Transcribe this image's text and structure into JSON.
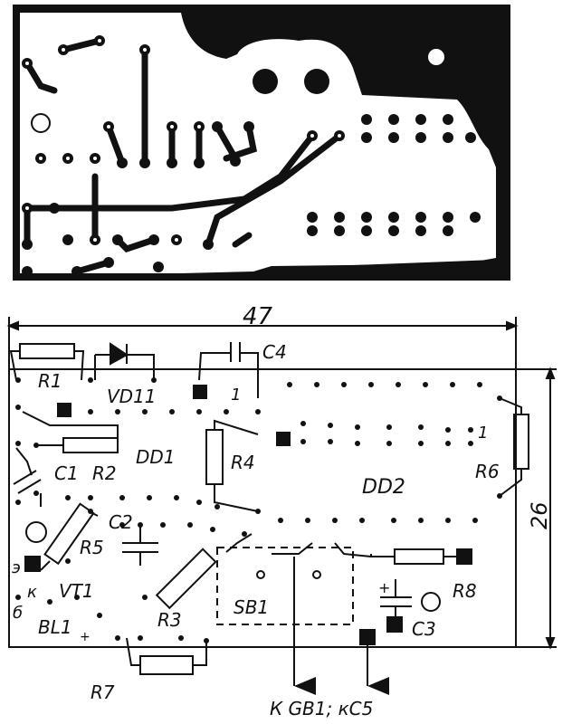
{
  "colors": {
    "ink": "#111111",
    "paper": "#ffffff"
  },
  "top_view": {},
  "dimensions": {
    "width": "47",
    "height": "26"
  },
  "components": {
    "R1": "R1",
    "VD11": "VD11",
    "C4": "C4",
    "pin1_dd2": "1",
    "DD1": "DD1",
    "C1": "C1",
    "R2": "R2",
    "R4": "R4",
    "DD2": "DD2",
    "pin1_right": "1",
    "R6": "R6",
    "C2": "C2",
    "R5": "R5",
    "emitter": "э",
    "collector": "к",
    "base": "б",
    "VT1": "VT1",
    "SB1": "SB1",
    "R8": "R8",
    "R3": "R3",
    "plus": "+",
    "C3": "C3",
    "BL1": "BL1",
    "R7": "R7"
  },
  "connection_label": "К GB1; кC5"
}
